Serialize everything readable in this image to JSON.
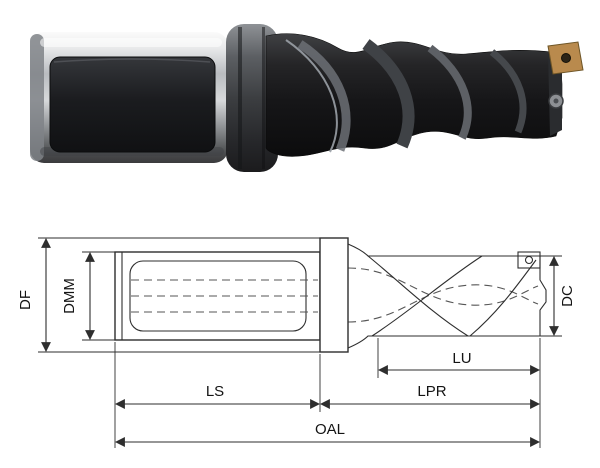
{
  "drawing": {
    "labels": {
      "df": "DF",
      "dmm": "DMM",
      "dc": "DC",
      "lu": "LU",
      "ls": "LS",
      "lpr": "LPR",
      "oal": "OAL"
    }
  },
  "colors": {
    "insert": "#b98a4d",
    "body": "#1d1d1f",
    "line": "#2e2e2e"
  }
}
